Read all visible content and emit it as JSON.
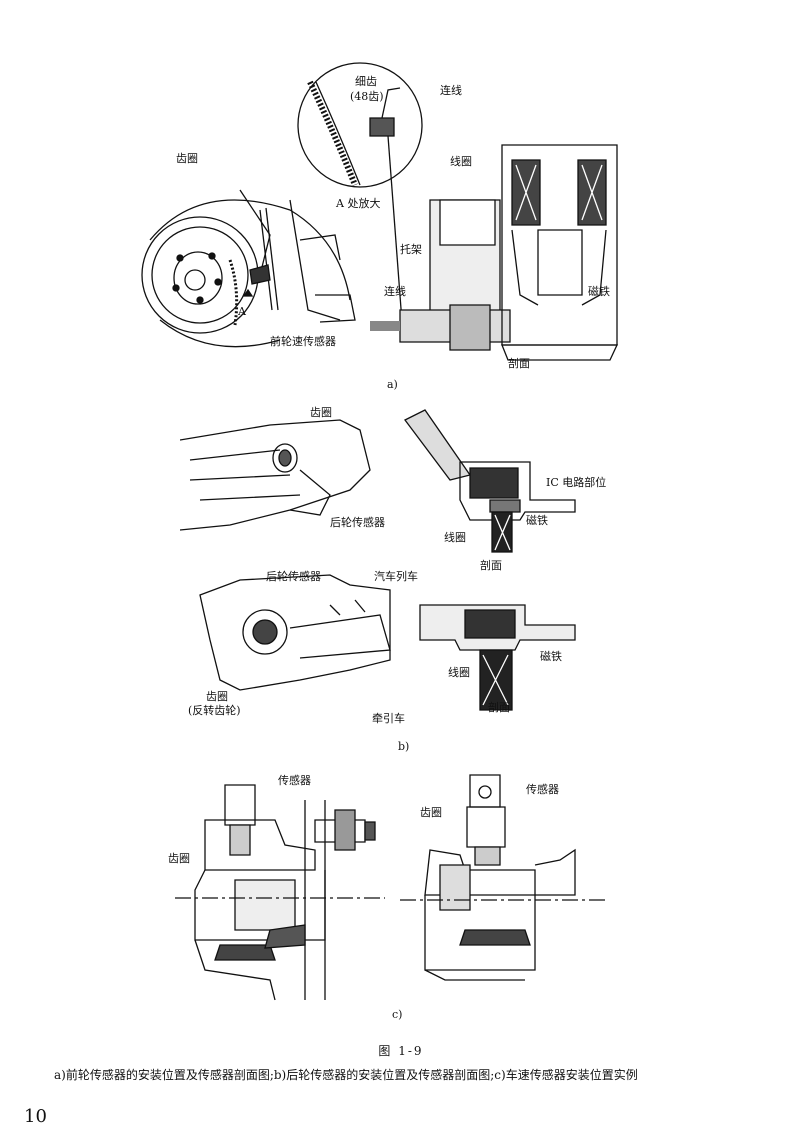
{
  "figure_a": {
    "labels": {
      "fine_teeth": "细齿",
      "teeth_count": "(48齿)",
      "wire_top": "连线",
      "gear_ring": "齿圈",
      "coil": "线圈",
      "enlarge": "A 处放大",
      "bracket": "托架",
      "magnet": "磁铁",
      "wire": "连线",
      "front_sensor": "前轮速传感器",
      "section": "剖面",
      "marker_a": "A"
    },
    "sublabel": "a)"
  },
  "figure_b": {
    "labels": {
      "gear_ring": "齿圈",
      "ic_part": "IC 电路部位",
      "rear_sensor": "后轮传感器",
      "magnet": "磁铁",
      "coil": "线圈",
      "section": "剖面",
      "rear_sensor2": "后轮传感器",
      "train": "汽车列车",
      "magnet2": "磁铁",
      "coil2": "线圈",
      "gear_ring2": "齿圈",
      "reverse_gear": "(反转齿轮)",
      "section2": "剖面",
      "tractor": "牵引车"
    },
    "sublabel": "b)"
  },
  "figure_c": {
    "labels": {
      "sensor_left": "传感器",
      "gear_ring_left": "齿圈",
      "gear_ring_right": "齿圈",
      "sensor_right": "传感器"
    },
    "sublabel": "c)"
  },
  "caption": {
    "title": "图    1-9",
    "text": "a)前轮传感器的安装位置及传感器剖面图;b)后轮传感器的安装位置及传感器剖面图;c)车速传感器安装位置实例"
  },
  "page_number": "10"
}
